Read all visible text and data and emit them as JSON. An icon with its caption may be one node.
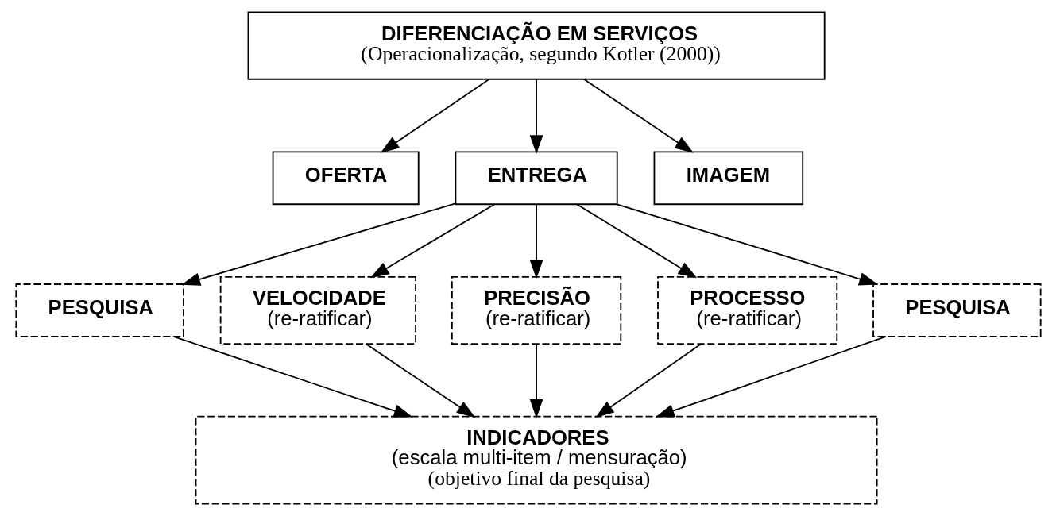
{
  "diagram": {
    "nodes": [
      {
        "text": [
          "DIFERENCIAÇÃO EM SERVIÇOS",
          "(Operacionalização, segundo Kotler (2000))"
        ]
      },
      {
        "text": [
          "OFERTA"
        ]
      },
      {
        "text": [
          "ENTREGA"
        ]
      },
      {
        "text": [
          "IMAGEM"
        ]
      },
      {
        "text": [
          "PESQUISA"
        ]
      },
      {
        "text": [
          "VELOCIDADE",
          "(re-ratificar)"
        ]
      },
      {
        "text": [
          "PRECISÃO",
          "(re-ratificar)"
        ]
      },
      {
        "text": [
          "PROCESSO",
          "(re-ratificar)"
        ]
      },
      {
        "text": [
          "PESQUISA"
        ]
      },
      {
        "text": [
          "INDICADORES",
          "(escala multi-item / mensuração)",
          "(objetivo final da pesquisa)"
        ]
      }
    ],
    "edges": [
      {
        "from": 0,
        "to": 1,
        "arrow": "to"
      },
      {
        "from": 0,
        "to": 2,
        "arrow": "to"
      },
      {
        "from": 0,
        "to": 3,
        "arrow": "to"
      },
      {
        "from": 2,
        "to": 4,
        "arrow": "to"
      },
      {
        "from": 2,
        "to": 5,
        "arrow": "to"
      },
      {
        "from": 2,
        "to": 6,
        "arrow": "to"
      },
      {
        "from": 2,
        "to": 7,
        "arrow": "to"
      },
      {
        "from": 2,
        "to": 8,
        "arrow": "to"
      },
      {
        "from": 4,
        "to": 9,
        "arrow": "to"
      },
      {
        "from": 5,
        "to": 9,
        "arrow": "to"
      },
      {
        "from": 6,
        "to": 9,
        "arrow": "to"
      },
      {
        "from": 7,
        "to": 9,
        "arrow": "to"
      },
      {
        "from": 8,
        "to": 9,
        "arrow": "to"
      }
    ]
  }
}
